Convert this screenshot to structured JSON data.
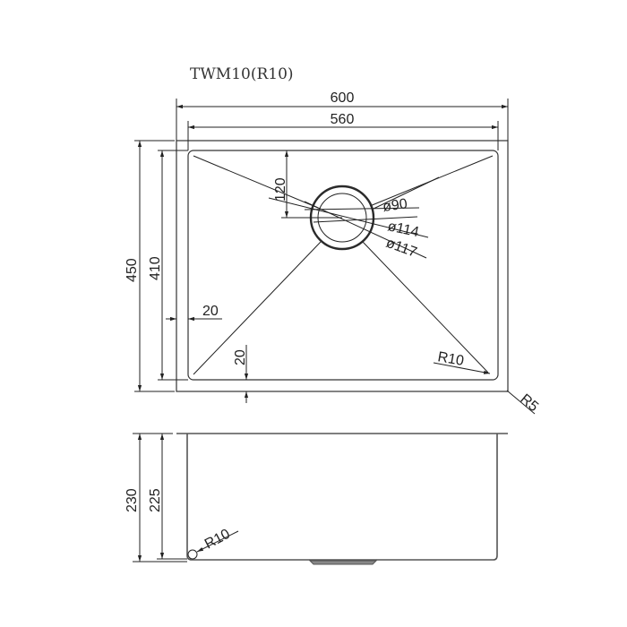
{
  "title": "TWM10(R10)",
  "plan_view": {
    "overall_width": "600",
    "inner_width": "560",
    "overall_depth": "450",
    "inner_depth": "410",
    "drain_offset_from_top": "120",
    "flange_side": "20",
    "flange_bottom": "20",
    "drain_diameters": [
      "ø90",
      "ø114",
      "ø117"
    ],
    "inner_corner_radius": "R10",
    "outer_corner_radius": "R5"
  },
  "side_view": {
    "overall_height": "230",
    "bowl_depth": "225",
    "bottom_corner_radius": "R10"
  },
  "colors": {
    "line": "#333333",
    "background": "#ffffff"
  }
}
